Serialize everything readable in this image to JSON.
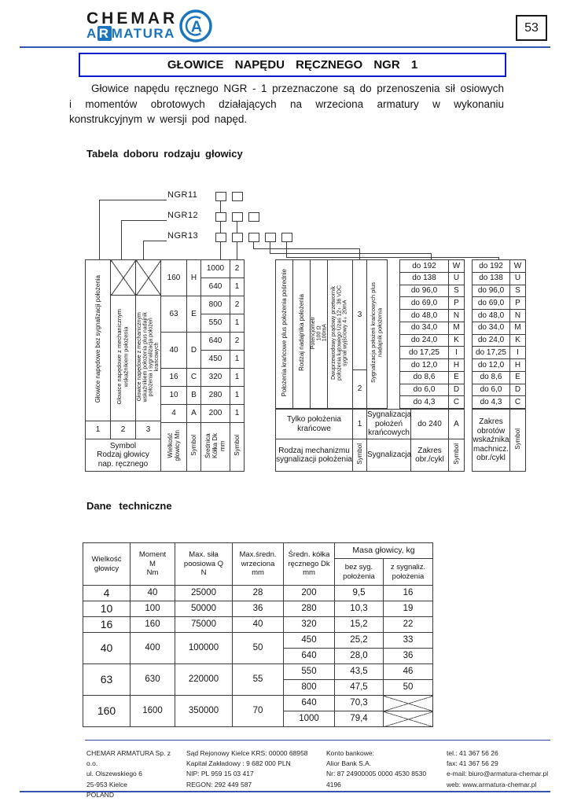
{
  "page_number": "53",
  "brand": {
    "top": "CHEMAR",
    "a": "A",
    "r": "R",
    "rest": "MATURA",
    "emblem": "A"
  },
  "title": "GŁOWICE  NAPĘDU  RĘCZNEGO  NGR 1",
  "intro": "Głowice napędu ręcznego NGR - 1  przeznaczone są do przenoszenia sił osiowych i momentów obrotowych działających na wrzeciona armatury w wykonaniu konstrukcyjnym w wersji pod  napęd.",
  "selection_heading": "Tabela doboru rodzaju głowicy",
  "tree": {
    "l1": "NGR11",
    "l2": "NGR12",
    "l3": "NGR13"
  },
  "type_table": {
    "c1": "Głowice napędowe bez sygnalizacji położenia",
    "c2": "Głowice napędowe z mechanicznym\nwskaźnikiem położenia",
    "c3": "Głowice napędowe z mechanicznym\nwskaźnikiem położenia plus nadajnik\npołożenia i sygnalizacja położeń\nkrańcowych",
    "s1": "1",
    "s2": "2",
    "s3": "3",
    "caption": "Symbol\nRodzaj głowicy\nnap. ręcznego"
  },
  "size_table": {
    "rows": [
      {
        "size": "160",
        "sym": "H",
        "d": "1000",
        "ds": "2"
      },
      {
        "d": "640",
        "ds": "1"
      },
      {
        "size": "63",
        "sym": "E",
        "d": "800",
        "ds": "2"
      },
      {
        "d": "550",
        "ds": "1"
      },
      {
        "size": "40",
        "sym": "D",
        "d": "640",
        "ds": "2"
      },
      {
        "d": "450",
        "ds": "1"
      },
      {
        "size": "16",
        "sym": "C",
        "d": "320",
        "ds": "1"
      },
      {
        "size": "10",
        "sym": "B",
        "d": "280",
        "ds": "1"
      },
      {
        "size": "4",
        "sym": "A",
        "d": "200",
        "ds": "1"
      }
    ],
    "cap1": "Wielkość\ngłowicy Mn",
    "cap2": "Symbol",
    "cap3": "Średnica\nKółka Dk\nmm",
    "cap4": "Symbol"
  },
  "signal": {
    "positions": "Położenia krańcowe plus położenia pośrednie",
    "transmitter": "Rodzaj nadajnika położenia",
    "pot": "Potencjometr\n100 Ω\n100mA",
    "transducer": "Dwuprzewodowy prądowy przetwornik\npołożenia kątowego Uzas 12÷36 VDC\nsygnał wyjściowy 4÷20mA",
    "s3": "3",
    "s2": "2",
    "s1": "1",
    "sigplus": "Sygnalizacja położeń krańcowych plus\nnadajnik położenia",
    "only_limits": "Tylko położenia\nkrańcowe",
    "sig": "Sygnalizacja\npołożeń\nkrańcowych",
    "do240": "do 240",
    "sA": "A",
    "cap_mech": "Rodzaj mechanizmu\nsygnalizacji położenia",
    "cap_sym": "Symbol",
    "cap_sig": "Sygnalizacja",
    "cap_range": "Zakres\nobr./cykl",
    "cap_sym2": "Symbol"
  },
  "ranges": [
    {
      "r": "do 192",
      "s": "W"
    },
    {
      "r": "do 138",
      "s": "U"
    },
    {
      "r": "do 96,0",
      "s": "S"
    },
    {
      "r": "do 69,0",
      "s": "P"
    },
    {
      "r": "do 48,0",
      "s": "N"
    },
    {
      "r": "do 34,0",
      "s": "M"
    },
    {
      "r": "do 24,0",
      "s": "K"
    },
    {
      "r": "do 17,25",
      "s": "I"
    },
    {
      "r": "do 12,0",
      "s": "H"
    },
    {
      "r": "do 8,6",
      "s": "E"
    },
    {
      "r": "do 6,0",
      "s": "D"
    },
    {
      "r": "do 4,3",
      "s": "C"
    }
  ],
  "range2": {
    "cap": "Zakres\nobrotów\nwskaźnika\nmachnicz.\nobr./cykl",
    "sym": "Symbol"
  },
  "tech": {
    "heading": "Dane techniczne",
    "h_size": "Wielkość\ngłowicy",
    "h_moment": "Moment\nM\nNm",
    "h_force": "Max. siła\npoosiowa Q\nN",
    "h_spindle": "Max.średn.\nwrzeciona\nmm",
    "h_wheel": "Średn. kółka\nręcznego Dk\nmm",
    "h_mass": "Masa głowicy, kg",
    "h_mass1": "bez syg.\npołożenia",
    "h_mass2": "z sygnaliz.\npołożenia",
    "rows": [
      {
        "size": "4",
        "moment": "40",
        "force": "25000",
        "spindle": "28",
        "wheel": "200",
        "m1": "9,5",
        "m2": "16"
      },
      {
        "size": "10",
        "moment": "100",
        "force": "50000",
        "spindle": "36",
        "wheel": "280",
        "m1": "10,3",
        "m2": "19"
      },
      {
        "size": "16",
        "moment": "160",
        "force": "75000",
        "spindle": "40",
        "wheel": "320",
        "m1": "15,2",
        "m2": "22"
      },
      {
        "size": "40",
        "moment": "400",
        "force": "100000",
        "spindle": "50",
        "wheel": "450",
        "m1": "25,2",
        "m2": "33"
      },
      {
        "wheel": "640",
        "m1": "28,0",
        "m2": "36"
      },
      {
        "size": "63",
        "moment": "630",
        "force": "220000",
        "spindle": "55",
        "wheel": "550",
        "m1": "43,5",
        "m2": "46"
      },
      {
        "wheel": "800",
        "m1": "47,5",
        "m2": "50"
      },
      {
        "size": "160",
        "moment": "1600",
        "force": "350000",
        "spindle": "70",
        "wheel": "640",
        "m1": "70,3"
      },
      {
        "wheel": "1000",
        "m1": "79,4"
      }
    ]
  },
  "footer": {
    "col1": "CHEMAR ARMATURA Sp. z o.o.\nul. Olszewskiego 6\n25-953 Kielce\nPOLAND",
    "col2": "Sąd Rejonowy Kielce KRS: 00000 68958\nKapitał  Zakładowy : 9 682 000 PLN\nNIP: PL 959 15 03 417\nREGON: 292 449 587",
    "col3": "Konto bankowe:\nAlior Bank S.A.\nNr: 87 24900005 0000 4530 8530 4196",
    "col4": "tel.: 41 367 56 26\nfax: 41 367 56 29\ne-mail: biuro@armatura-chemar.pl\nweb: www.armatura-chemar.pl"
  }
}
